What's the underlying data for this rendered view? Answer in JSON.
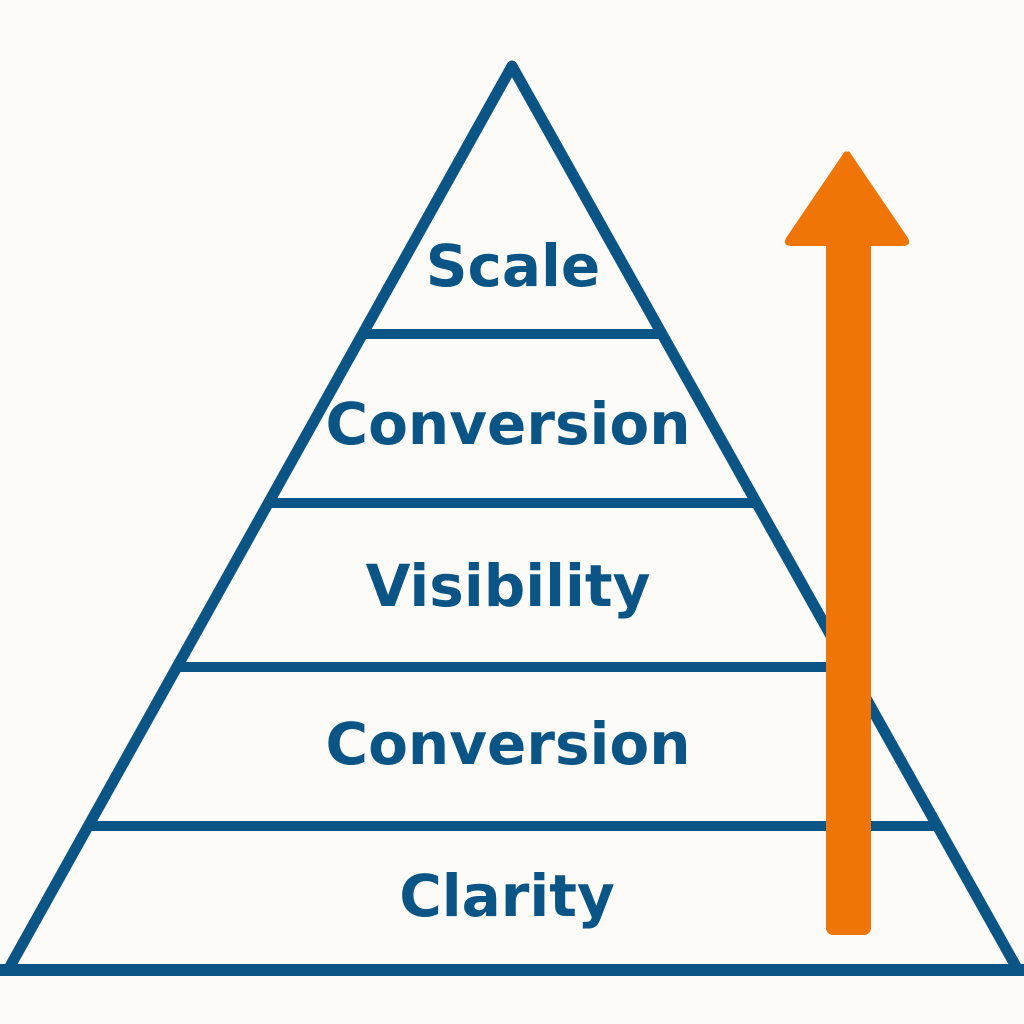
{
  "diagram": {
    "type": "pyramid",
    "colors": {
      "outline": "#0a5585",
      "text": "#0a5585",
      "arrow": "#ef7509",
      "background": "#fcfbf8"
    },
    "levels_top_to_bottom": [
      {
        "label": "Scale"
      },
      {
        "label": "Conversion"
      },
      {
        "label": "Visibility"
      },
      {
        "label": "Conversion"
      },
      {
        "label": "Clarity"
      }
    ],
    "arrow": {
      "direction": "up",
      "icon": "arrow-up-icon"
    }
  }
}
